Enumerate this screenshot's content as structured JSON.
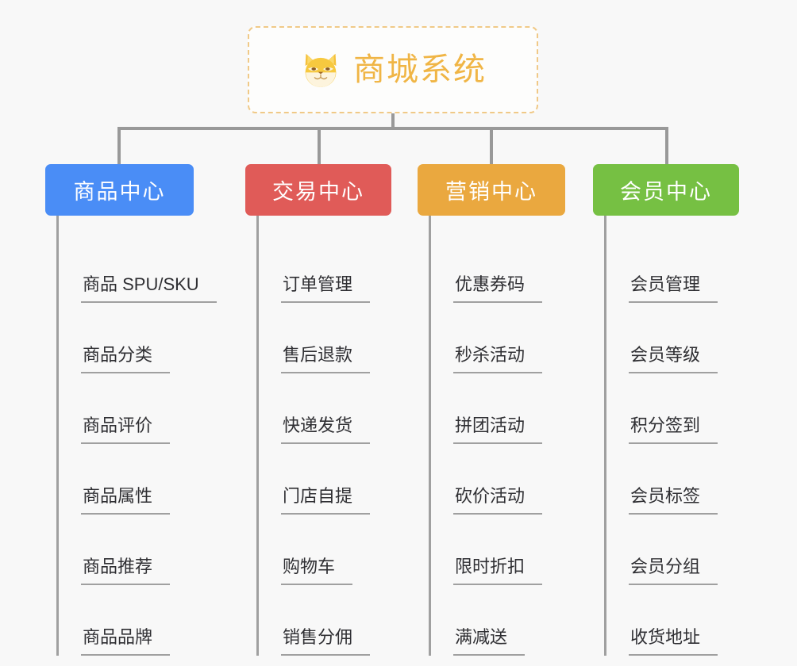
{
  "page": {
    "background_color": "#f8f8f8",
    "title": "商城系统"
  },
  "root": {
    "label": "商城系统",
    "icon": "shiba-dog-face-icon",
    "text_color": "#f0b545",
    "border_color": "#f0c987"
  },
  "categories": [
    {
      "label": "商品中心",
      "color": "#4a8df6",
      "items": [
        "商品 SPU/SKU",
        "商品分类",
        "商品评价",
        "商品属性",
        "商品推荐",
        "商品品牌"
      ]
    },
    {
      "label": "交易中心",
      "color": "#e05b58",
      "items": [
        "订单管理",
        "售后退款",
        "快递发货",
        "门店自提",
        "购物车",
        "销售分佣"
      ]
    },
    {
      "label": "营销中心",
      "color": "#eaa83f",
      "items": [
        "优惠券码",
        "秒杀活动",
        "拼团活动",
        "砍价活动",
        "限时折扣",
        "满减送"
      ]
    },
    {
      "label": "会员中心",
      "color": "#76c043",
      "items": [
        "会员管理",
        "会员等级",
        "积分签到",
        "会员标签",
        "会员分组",
        "收货地址"
      ]
    }
  ]
}
